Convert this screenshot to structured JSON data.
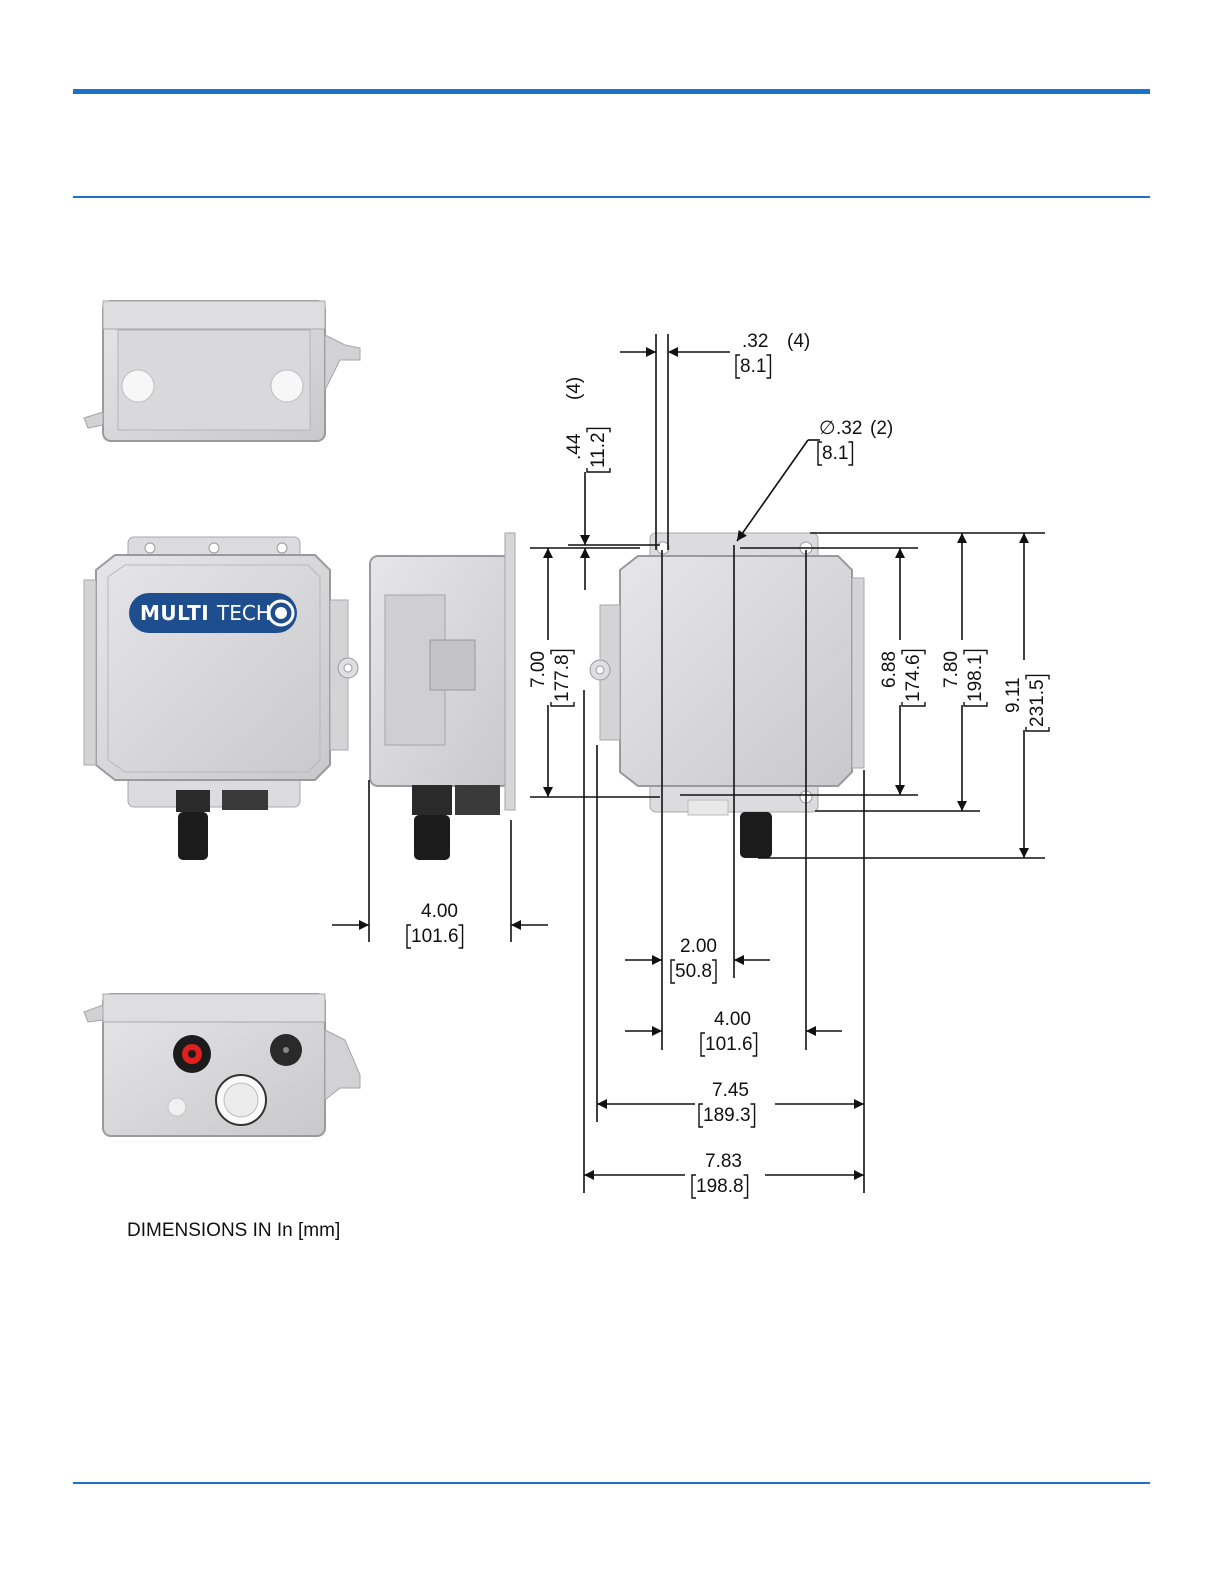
{
  "logo": {
    "bold": "MULTI",
    "light": "TECH"
  },
  "caption": "DIMENSIONS IN In [mm]",
  "dimensions": {
    "hole_spacing_small": {
      "in": ".32",
      "mm": "8.1",
      "qty": "(4)"
    },
    "tab_height": {
      "in": ".44",
      "mm": "11.2",
      "qty": "(4)"
    },
    "hole_diameter": {
      "in": ".32",
      "mm": "8.1",
      "qty": "(2)",
      "symbol": "∅"
    },
    "side_height": {
      "in": "7.00",
      "mm": "177.8"
    },
    "inner_height": {
      "in": "6.88",
      "mm": "174.6"
    },
    "body_height": {
      "in": "7.80",
      "mm": "198.1"
    },
    "overall_height": {
      "in": "9.11",
      "mm": "231.5"
    },
    "depth": {
      "in": "4.00",
      "mm": "101.6"
    },
    "hole_pitch_center": {
      "in": "2.00",
      "mm": "50.8"
    },
    "hole_pitch_outer": {
      "in": "4.00",
      "mm": "101.6"
    },
    "body_width": {
      "in": "7.45",
      "mm": "189.3"
    },
    "overall_width": {
      "in": "7.83",
      "mm": "198.8"
    }
  }
}
